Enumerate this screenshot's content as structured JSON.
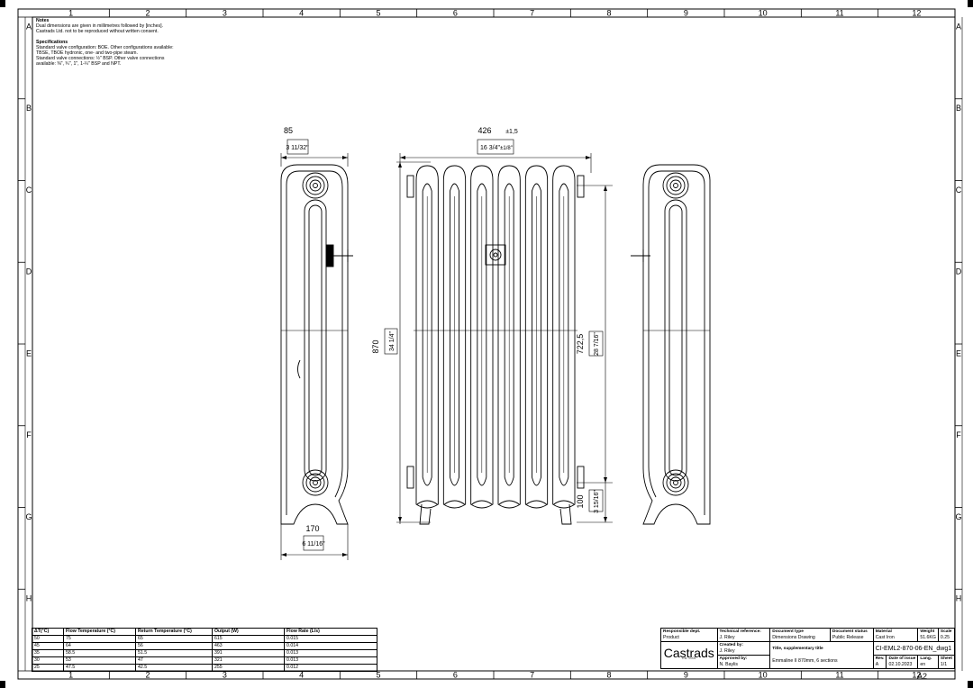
{
  "frame": {
    "columns": [
      "1",
      "2",
      "3",
      "4",
      "5",
      "6",
      "7",
      "8",
      "9",
      "10",
      "11",
      "12"
    ],
    "rows": [
      "A",
      "B",
      "C",
      "D",
      "E",
      "F",
      "G",
      "H"
    ]
  },
  "notes": {
    "notes_heading": "Notes",
    "notes_lines": [
      "Dual dimensions are given in millimetres followed by [inches].",
      "Castrads Ltd. not to be reproduced without written consent."
    ],
    "spec_heading": "Specifications",
    "spec_lines": [
      "Standard valve configuration: BOE. Other configurations available:",
      "TBSE, TBOE hydronic, one- and two-pipe steam.",
      "Standard valve connections: ½\" BSP. Other valve connections",
      "available: ⅜\", ¾\", 1\", 1-¼\" BSP and NPT."
    ]
  },
  "dimensions": {
    "side_depth_mm": "85",
    "side_depth_in": "3 11/32\"",
    "front_width_mm": "426",
    "front_width_tol": "±1,5",
    "front_width_in": "16 3/4\"",
    "front_width_in_tol": "±1/8\"",
    "foot_width_mm": "170",
    "foot_width_in": "6 11/16\"",
    "height_mm": "870",
    "height_in": "34 1/4\"",
    "centres_mm": "722,5",
    "centres_in": "28 7/16\"",
    "floor_mm": "100",
    "floor_in": "3 15/16\""
  },
  "data_table": {
    "headers": [
      "ΔT(°C)",
      "Flow Temperature (°C)",
      "Return Temperature (°C)",
      "Output (W)",
      "Flow Rate (L/s)"
    ],
    "rows": [
      [
        "50",
        "75",
        "65",
        "615",
        "0.015"
      ],
      [
        "45",
        "64",
        "56",
        "463",
        "0.014"
      ],
      [
        "35",
        "58.5",
        "51.5",
        "391",
        "0.013"
      ],
      [
        "30",
        "53",
        "47",
        "321",
        "0.013"
      ],
      [
        "25",
        "47.5",
        "42.5",
        "255",
        "0.012"
      ]
    ]
  },
  "title_block": {
    "responsible_dept_label": "Responsible dept.",
    "responsible_dept": "Product",
    "technical_ref_label": "Technical reference:",
    "technical_ref": "J. Riley",
    "doc_type_label": "Document type",
    "doc_type": "Dimensions Drawing",
    "doc_status_label": "Document status",
    "doc_status": "Public Release",
    "material_label": "Material",
    "material": "Cast Iron",
    "weight_label": "Weight",
    "weight": "51.6KG",
    "scale_label": "Scale",
    "scale": "0.25",
    "created_by_label": "Created by:",
    "created_by": "J. Riley",
    "approved_by_label": "Approved by:",
    "approved_by": "N. Baylis",
    "title_label": "Title, supplementary title",
    "title": "Emmaline II 870mm, 6 sections",
    "drawing_no": "CI-EML2-870-06-EN_dwg1",
    "rev_label": "Rev.",
    "rev": "A",
    "date_label": "Date of issue",
    "date": "02.10.2023",
    "lang_label": "Lang.",
    "lang": "en",
    "sheet_label": "Sheet",
    "sheet": "1/1",
    "brand": "Castrads",
    "brand_sub": "Est. 2006",
    "paper_size": "A2"
  }
}
